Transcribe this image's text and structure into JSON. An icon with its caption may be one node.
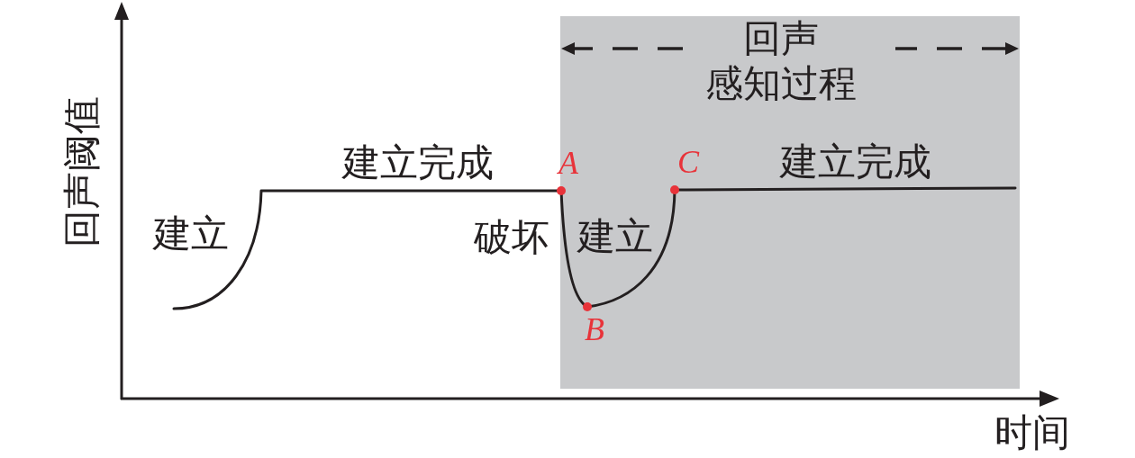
{
  "diagram": {
    "nodes": [
      {
        "text": [
          "回声感知过程"
        ]
      }
    ],
    "labels": [
      "建立完成",
      "A",
      "C",
      "建立完成",
      "回声阈值",
      "建立",
      "破坏",
      "建立",
      "B",
      "时间"
    ]
  }
}
